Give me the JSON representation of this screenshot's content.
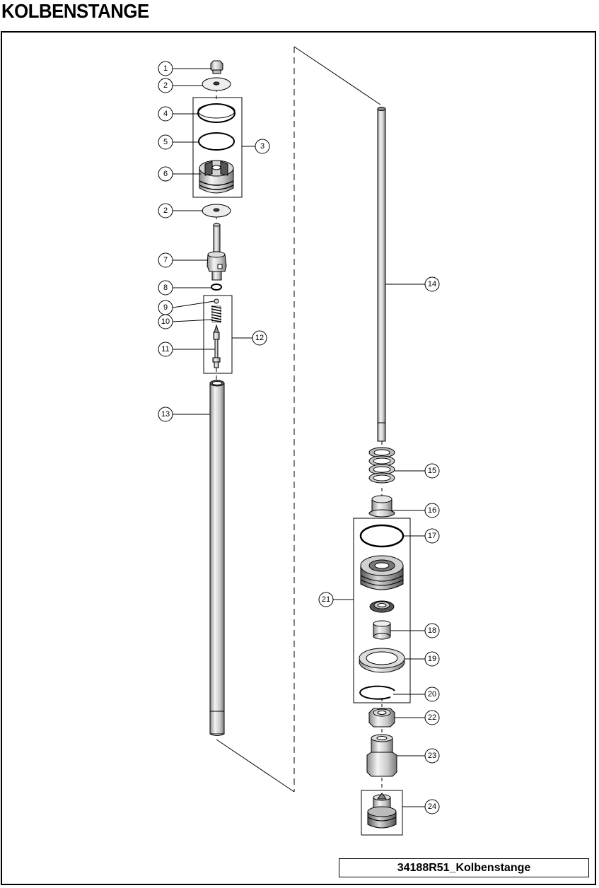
{
  "page": {
    "title": "KOLBENSTANGE",
    "caption": "34188R51_Kolbenstange"
  },
  "callouts": [
    "1",
    "2",
    "3",
    "4",
    "5",
    "6",
    "2",
    "7",
    "8",
    "9",
    "10",
    "11",
    "12",
    "13",
    "14",
    "15",
    "16",
    "17",
    "18",
    "19",
    "20",
    "21",
    "22",
    "23",
    "24"
  ],
  "colors": {
    "ink": "#000000",
    "part_fill": "#e6e6e6",
    "part_dark": "#9a9a9a",
    "background": "#ffffff"
  }
}
